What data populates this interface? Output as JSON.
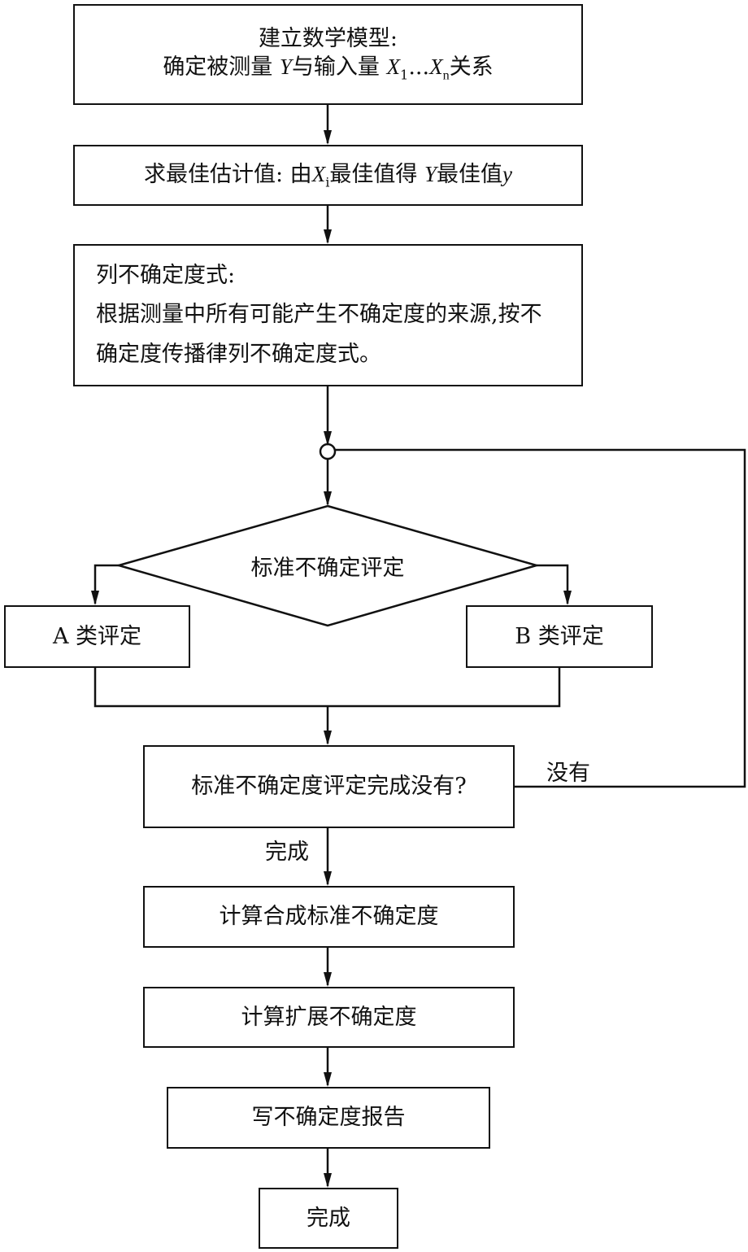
{
  "model_box": {
    "line1": "建立数学模型:",
    "line2_a": "确定被测量",
    "var_y": "Y",
    "line2_b": "与输入量",
    "var_x1": "X",
    "sub_1": "1",
    "dots": "...",
    "var_xn": "X",
    "sub_n": "n",
    "line2_c": "关系"
  },
  "estimate_box": {
    "text_a": "求最佳估计值: 由",
    "var_x": "X",
    "sub_i": "i",
    "text_b": "最佳值得",
    "var_y": "Y",
    "text_c": "最佳值",
    "var_y_small": "y"
  },
  "uncertainty_formula_box": {
    "line1": "列不确定度式:",
    "line2": "根据测量中所有可能产生不确定度的来源,按不",
    "line3": "确定度传播律列不确定度式。"
  },
  "decision_diamond": {
    "label": "标准不确定评定"
  },
  "type_a_box": {
    "label": "A 类评定"
  },
  "type_b_box": {
    "label": "B 类评定"
  },
  "completion_check_box": {
    "label": "标准不确定度评定完成没有?"
  },
  "edge_labels": {
    "not_done": "没有",
    "done": "完成"
  },
  "combined_box": {
    "label": "计算合成标准不确定度"
  },
  "expanded_box": {
    "label": "计算扩展不确定度"
  },
  "report_box": {
    "label": "写不确定度报告"
  },
  "end_box": {
    "label": "完成"
  }
}
